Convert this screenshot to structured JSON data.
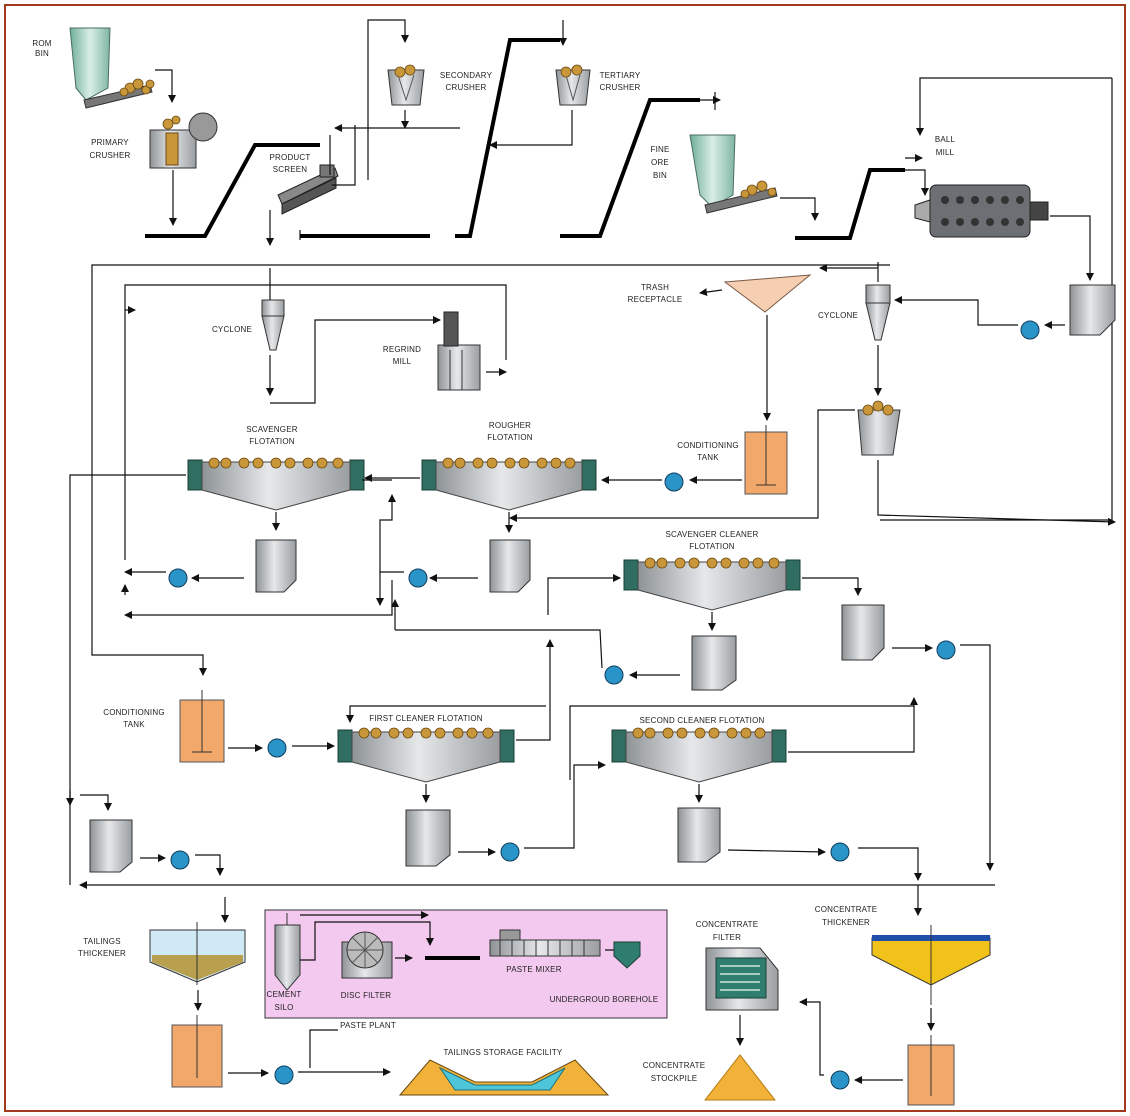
{
  "diagram": {
    "labels": {
      "rom_bin": [
        "ROM",
        "BIN"
      ],
      "primary_crusher": [
        "PRIMARY",
        "CRUSHER"
      ],
      "product_screen": [
        "PRODUCT",
        "SCREEN"
      ],
      "secondary_crusher": [
        "SECONDARY",
        "CRUSHER"
      ],
      "tertiary_crusher": [
        "TERTIARY",
        "CRUSHER"
      ],
      "fine_ore_bin": [
        "FINE",
        "ORE",
        "BIN"
      ],
      "ball_mill": [
        "BALL",
        "MILL"
      ],
      "trash_receptacle": [
        "TRASH",
        "RECEPTACLE"
      ],
      "cyclone_right": "CYCLONE",
      "cyclone_left": "CYCLONE",
      "regrind_mill": [
        "REGRIND",
        "MILL"
      ],
      "scavenger_flotation": [
        "SCAVENGER",
        "FLOTATION"
      ],
      "rougher_flotation": [
        "ROUGHER",
        "FLOTATION"
      ],
      "conditioning_tank_upper": [
        "CONDITIONING",
        "TANK"
      ],
      "scavenger_cleaner_flotation": [
        "SCAVENGER CLEANER",
        "FLOTATION"
      ],
      "conditioning_tank_lower": [
        "CONDITIONING",
        "TANK"
      ],
      "first_cleaner_flotation": "FIRST CLEANER FLOTATION",
      "second_cleaner_flotation": "SECOND CLEANER FLOTATION",
      "tailings_thickener": [
        "TAILINGS",
        "THICKENER"
      ],
      "cement_silo": [
        "CEMENT",
        "SILO"
      ],
      "disc_filter": "DISC FILTER",
      "paste_mixer": "PASTE MIXER",
      "underground_borehole": "UNDERGROUD BOREHOLE",
      "paste_plant": "PASTE PLANT",
      "tailings_storage_facility": "TAILINGS STORAGE FACILITY",
      "concentrate_filter": [
        "CONCENTRATE",
        "FILTER"
      ],
      "concentrate_thickener": [
        "CONCENTRATE",
        "THICKENER"
      ],
      "concentrate_stockpile": [
        "CONCENTRATE",
        "STOCKPILE"
      ]
    },
    "colors": {
      "border": "#a33a1e",
      "pump": "#2a93c8",
      "cell_endcap": "#2f6e60",
      "conditioning_fill": "#f2a86b",
      "paste_plant_box": "#f4c9f0",
      "thickener_yellow": "#f0c21a",
      "storage_water": "#4cc6d8",
      "stockpile": "#f2b23a",
      "trash_receptacle": "#f6cfb3"
    }
  }
}
